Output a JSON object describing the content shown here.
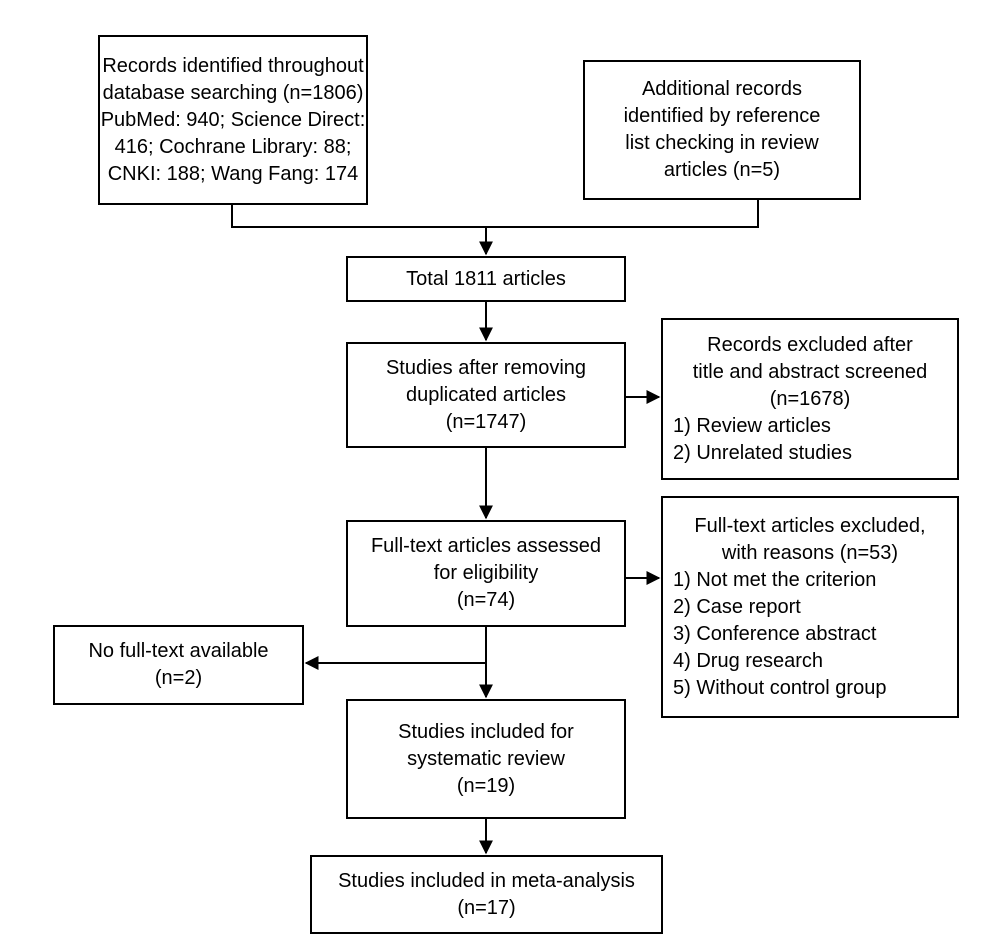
{
  "boxes": {
    "db_search": [
      "Records identified throughout",
      "database searching (n=1806)",
      "PubMed: 940; Science Direct:",
      "416; Cochrane Library: 88;",
      "CNKI: 188; Wang Fang: 174"
    ],
    "additional": [
      "Additional records",
      "identified by reference",
      "list checking in review",
      "articles (n=5)"
    ],
    "total": [
      "Total 1811 articles"
    ],
    "after_dup": [
      "Studies after removing",
      "duplicated articles",
      "(n=1747)"
    ],
    "excluded_screen": {
      "head": [
        "Records excluded after",
        "title and abstract screened",
        "(n=1678)"
      ],
      "items": [
        "1) Review articles",
        "2) Unrelated studies"
      ]
    },
    "fulltext": [
      "Full-text articles assessed",
      "for eligibility",
      "(n=74)"
    ],
    "excluded_fulltext": {
      "head": [
        "Full-text articles excluded,",
        "with reasons (n=53)"
      ],
      "items": [
        "1) Not met the criterion",
        "2) Case report",
        "3) Conference abstract",
        "4) Drug research",
        "5) Without control group"
      ]
    },
    "no_fulltext": [
      "No full-text available",
      "(n=2)"
    ],
    "systematic": [
      "Studies included for",
      "systematic review",
      "(n=19)"
    ],
    "meta": [
      "Studies included in meta-analysis",
      "(n=17)"
    ]
  }
}
